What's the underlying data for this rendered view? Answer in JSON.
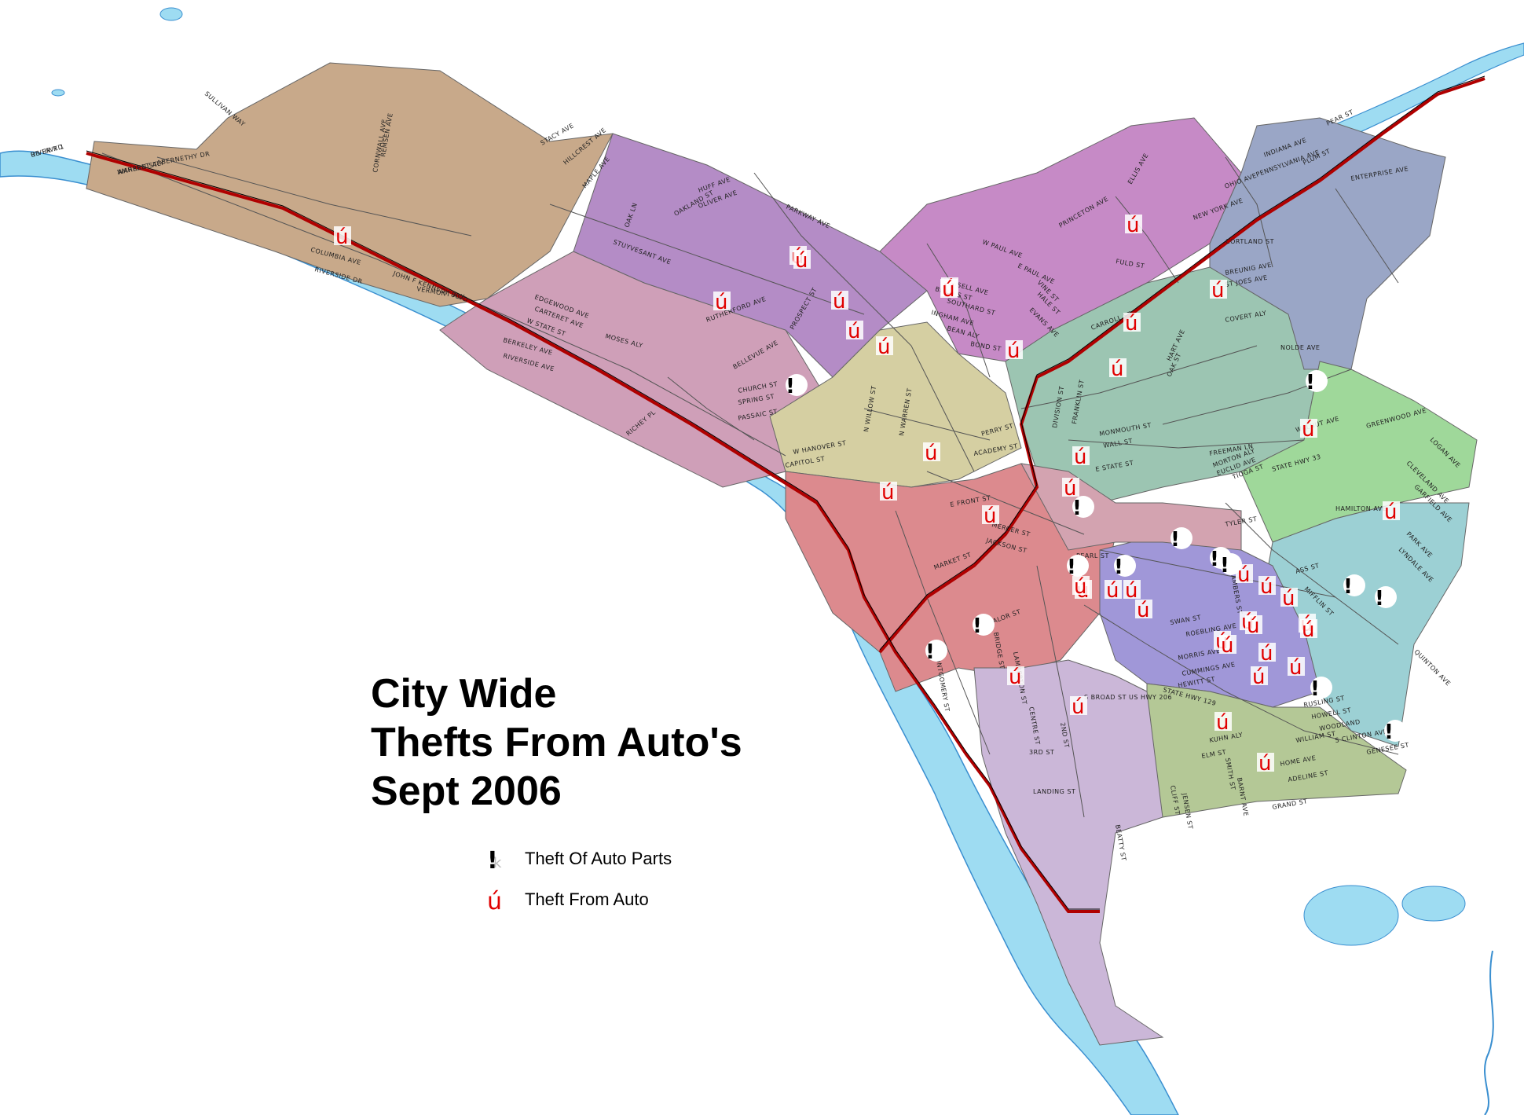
{
  "title": {
    "line1": "City Wide",
    "line2": "Thefts From Auto's",
    "line3": "Sept 2006"
  },
  "legend": {
    "parts": {
      "symbol": "!",
      "symbol_suffix": "k",
      "label": "Theft Of Auto Parts",
      "color": "#000000"
    },
    "auto": {
      "symbol": "ú",
      "label": "Theft From Auto",
      "color": "#e00000"
    }
  },
  "colors": {
    "water": "#9edcf2",
    "water_edge": "#3a8fd0",
    "road": "#555555",
    "highway": "#b00000",
    "district_tan": "#c8a98a",
    "district_mauve": "#cf9fb8",
    "district_purple": "#b48cc6",
    "district_magenta": "#c68ac6",
    "district_khaki": "#d5cfa2",
    "district_red": "#dc8a8e",
    "district_teal": "#9cc5b2",
    "district_slate": "#9aa6c6",
    "district_green": "#9fd89a",
    "district_lightblue": "#9cd0d4",
    "district_violet": "#a097d8",
    "district_olive": "#b4c896",
    "district_lilac": "#cbb7d8",
    "district_rose": "#d3a3b0"
  },
  "street_labels": [
    "RIVER RD",
    "AMHERST ALY",
    "ABERNETHY DR",
    "SULLIVAN WAY",
    "CORNWALL AVE",
    "REMSEN AVE",
    "COLUMBIA AVE",
    "RIVERSIDE DR",
    "JOHN F KENNEDY BLVD",
    "VERMONT ALY",
    "STACY AVE",
    "HILLCREST AVE",
    "MAPLE AVE",
    "HUFF AVE",
    "OLIVER AVE",
    "OAKLAND ST",
    "PARKWAY AVE",
    "STUYVESANT AVE",
    "OAK LN",
    "EDGEWOOD AVE",
    "CARTERET AVE",
    "W STATE ST",
    "MOSES ALY",
    "BERKELEY AVE",
    "RIVERSIDE AVE",
    "RUTHERFORD AVE",
    "PROSPECT ST",
    "BELLEVUE AVE",
    "CHURCH ST",
    "SPRING ST",
    "PASSAIC ST",
    "RICHEY PL",
    "W HANOVER ST",
    "CAPITOL ST",
    "N WILLOW ST",
    "N WARREN ST",
    "ACADEMY ST",
    "PERRY ST",
    "E FRONT ST",
    "JACKSON ST",
    "MERCER ST",
    "MARKET ST",
    "ROSSELL AVE",
    "BEAKES ST",
    "SOUTHARD ST",
    "INGHAM AVE",
    "BEAN ALY",
    "BOND ST",
    "W PAUL AVE",
    "E PAUL AVE",
    "VINE ST",
    "HALE ST",
    "EVANS AVE",
    "PRINCETON AVE",
    "FULD ST",
    "ELLIS AVE",
    "INDIANA AVE",
    "PENNSYLVANIA AVE",
    "OHIO AVE",
    "NEW YORK AVE",
    "CORTLAND ST",
    "BREUNIG AVE",
    "ST JOES AVE",
    "COVERT ALY",
    "NOLDE AVE",
    "ENTERPRISE AVE",
    "PEAR ST",
    "PLUM ST",
    "HART AVE",
    "OAK ST",
    "MONMOUTH ST",
    "WALL ST",
    "E STATE ST",
    "FREEMAN LN",
    "MORTON ALY",
    "TIOGA ST",
    "EUCLID AVE",
    "WALNUT AVE",
    "STATE HWY 33",
    "GREENWOOD AVE",
    "CLEVELAND AVE",
    "GARFIELD AVE",
    "LOGAN AVE",
    "HAMILTON AVE",
    "PARK AVE",
    "LYNDALE AVE",
    "TYLER ST",
    "PEARL ST",
    "SWAN ST",
    "ROEBLING AVE",
    "MORRIS AVE",
    "CUMMINGS AVE",
    "HEWITT ST",
    "RUSLING ST",
    "HOWELL ST",
    "WOODLAND",
    "WILLIAM ST",
    "S CLINTON AVE",
    "GENESEE ST",
    "KUHN ALY",
    "ELM ST",
    "SMITH ST",
    "BARNT AVE",
    "HOME AVE",
    "ADELINE ST",
    "GRAND ST",
    "LALOR ST",
    "BRIDGE ST",
    "LAMBERTON ST",
    "CENTRE ST",
    "2ND ST",
    "3RD ST",
    "LANDING ST",
    "CLIFF ST",
    "JENSEN ST",
    "BEATTY ST",
    "STATE HWY 129",
    "S BROAD ST US HWY 206",
    "ASS ST",
    "MIFFLIN ST",
    "CHAMBERS ST",
    "QUINTON AVE",
    "DIVISION ST",
    "FRANKLIN ST",
    "CARROLL ST",
    "MONTGOMERY ST",
    "US HWY 1",
    "WARREN ST"
  ],
  "markers": {
    "theft_from_auto_count": 42,
    "theft_of_parts_count": 14
  }
}
